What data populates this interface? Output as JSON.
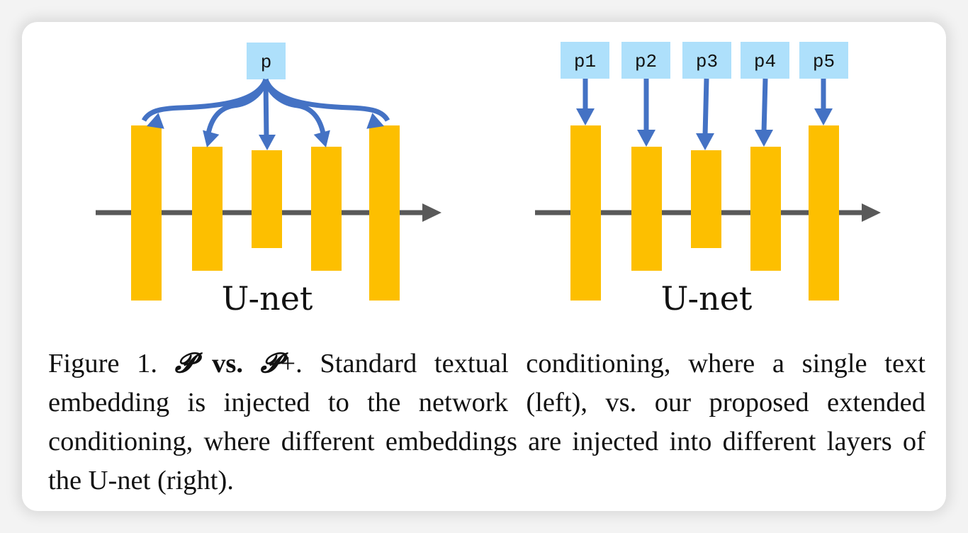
{
  "colors": {
    "embedding_box": "#aee0fb",
    "layer_bar": "#fdbf00",
    "arrow": "#4472c4",
    "axis": "#595959",
    "text": "#111111"
  },
  "left_diagram": {
    "label": "U-net",
    "embeddings": [
      {
        "label": "p"
      }
    ],
    "layers": 5,
    "description": "single embedding injected into all layers"
  },
  "right_diagram": {
    "label": "U-net",
    "embeddings": [
      {
        "label": "p1"
      },
      {
        "label": "p2"
      },
      {
        "label": "p3"
      },
      {
        "label": "p4"
      },
      {
        "label": "p5"
      }
    ],
    "layers": 5,
    "description": "different embedding injected into each layer"
  },
  "caption": {
    "figure_label": "Figure 1.",
    "symbol_p": "𝓟",
    "vs": " vs. ",
    "symbol_p_plus": "𝓟",
    "plus": "+",
    "period": ".",
    "body": " Standard textual conditioning, where a single text embedding is injected to the network (left), vs. our proposed extended conditioning, where different embeddings are injected into different layers of the U-net (right)."
  }
}
